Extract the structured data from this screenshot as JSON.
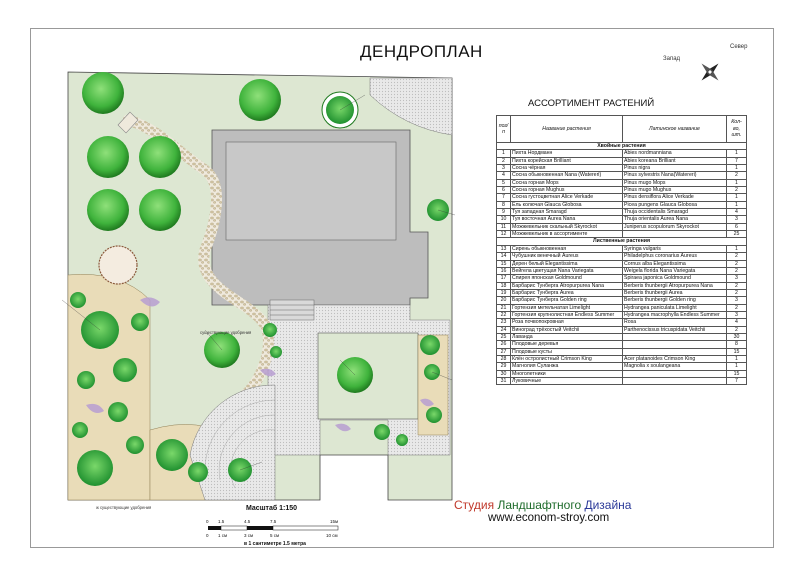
{
  "title": "ДЕНДРОПЛАН",
  "compass": {
    "west": "Запад",
    "north": "Север"
  },
  "table": {
    "title": "АССОРТИМЕНТ РАСТЕНИЙ",
    "headers": [
      "поз/ п",
      "Название растения",
      "Латинское название",
      "Кол-во, шт."
    ],
    "sections": [
      {
        "name": "Хвойные растения",
        "rows": [
          [
            "1",
            "Пихта Нордманн",
            "Abies nordmanniana",
            "1"
          ],
          [
            "2",
            "Пихта корейская Brilliant",
            "Abies koreana Brilliant",
            "7"
          ],
          [
            "3",
            "Сосна чёрная",
            "Pinus nigra",
            "1"
          ],
          [
            "4",
            "Сосна обыкновенная Nana (Watereri)",
            "Pinus sylvestris Nana(Watereri)",
            "2"
          ],
          [
            "5",
            "Сосна горная Mops",
            "Pinus mugo Mops",
            "1"
          ],
          [
            "6",
            "Сосна горная Mughus",
            "Pinus mugo Mughus",
            "2"
          ],
          [
            "7",
            "Сосна густоцветная Alice Verkade",
            "Pinus densiflora Alice Verkade",
            "1"
          ],
          [
            "8",
            "Ель колючая Glauca Globosa",
            "Picea pungens Glauca Globosa",
            "1"
          ],
          [
            "9",
            "Туя западная Smaragd",
            "Thuja occidentalis Smaragd",
            "4"
          ],
          [
            "10",
            "Туя восточная Aurea Nana",
            "Thuja orientalis Aurea Nana",
            "3"
          ],
          [
            "11",
            "Можжевельник скальный Skyrockot",
            "Juniperus scopulorum Skyrockot",
            "6"
          ],
          [
            "12",
            "Можжевельник в ассортименте",
            "",
            "25"
          ]
        ]
      },
      {
        "name": "Лиственные растения",
        "rows": [
          [
            "13",
            "Сирень обыкновенная",
            "Syringa vulgaris",
            "1"
          ],
          [
            "14",
            "Чубушник венечный Aureus",
            "Philadelphus coronarius Aureus",
            "2"
          ],
          [
            "15",
            "Дерен белый Elegantissima",
            "Cornus alba Elegantissima",
            "2"
          ],
          [
            "16",
            "Вейгела цветущая Nana Variegata",
            "Weigela florida Nana Variegata",
            "2"
          ],
          [
            "17",
            "Спирея японская Goldmound",
            "Spiraea japonica Goldmound",
            "3"
          ],
          [
            "18",
            "Барбарис Тунберга Atropurpurea Nana",
            "Berberis thunbergii Atropurpurea Nana",
            "2"
          ],
          [
            "19",
            "Барбарис Тунберга Aurea",
            "Berberis thunbergii Aurea",
            "2"
          ],
          [
            "20",
            "Барбарис Тунберга Golden ring",
            "Berberis thunbergii Golden ring",
            "3"
          ],
          [
            "21",
            "Гортензия метельчатая Limelight",
            "Hydrangea paniculata Limelight",
            "2"
          ],
          [
            "22",
            "Гортензия крупнолистная Endless Summer",
            "Hydrangea macrophylla Endless Summer",
            "3"
          ],
          [
            "23",
            "Роза почвопокровная",
            "Rosa",
            "4"
          ],
          [
            "24",
            "Виноград трёхостый Veitchii",
            "Parthenocissus tricuspidata Veitchii",
            "2"
          ],
          [
            "25",
            "Лаванда",
            "",
            "30"
          ],
          [
            "26",
            "Плодовые деревья",
            "",
            "8"
          ],
          [
            "27",
            "Плодовые кусты",
            "",
            "15"
          ],
          [
            "28",
            "Клён остролистный Crimson King",
            "Acer platanoides Crimson King",
            "1"
          ],
          [
            "29",
            "Магнолия Суланжа",
            "Magnolia x soulangeana",
            "1"
          ],
          [
            "30",
            "Многолетники",
            "",
            "15"
          ],
          [
            "31",
            "Луковичные",
            "",
            "7"
          ]
        ]
      }
    ]
  },
  "scale": {
    "title": "Масштаб  1:150",
    "top_ticks": [
      "0",
      "1.5",
      "4.5",
      "7.5",
      "15м"
    ],
    "bottom_ticks": [
      "0",
      "1 см",
      "3 см",
      "5 см",
      "10 см"
    ],
    "note": "в 1 сантиметре 1.5 метра"
  },
  "studio": {
    "part1": "Студия",
    "part2": "Ландшафтного",
    "part3": "Дизайна"
  },
  "url": "www.econom-stroy.com",
  "plan_labels": {
    "center": "существующие удобрения",
    "bottom": "ж существующие удобрения"
  },
  "colors": {
    "lawn": "#dde7d2",
    "tree_green": "#4cc44a",
    "tree_dark": "#1f7a1f",
    "paving": "#e4e4e4",
    "house": "#b8b8b8",
    "sand_bed": "#e9dcb8",
    "lavender": "#b79ed1"
  }
}
